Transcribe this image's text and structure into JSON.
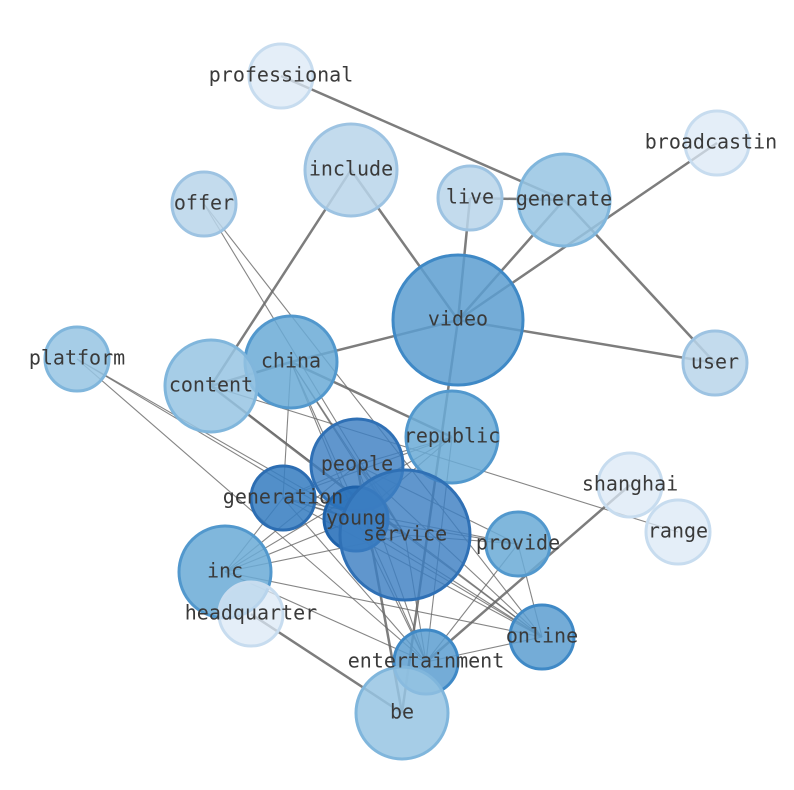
{
  "graph": {
    "nodes": [
      {
        "id": "professional",
        "label": "professional",
        "weight": 1
      },
      {
        "id": "broadcastin",
        "label": "broadcastin",
        "weight": 1
      },
      {
        "id": "include",
        "label": "include",
        "weight": 3
      },
      {
        "id": "live",
        "label": "live",
        "weight": 3
      },
      {
        "id": "generate",
        "label": "generate",
        "weight": 4
      },
      {
        "id": "offer",
        "label": "offer",
        "weight": 3
      },
      {
        "id": "video",
        "label": "video",
        "weight": 6
      },
      {
        "id": "platform",
        "label": "platform",
        "weight": 4
      },
      {
        "id": "china",
        "label": "china",
        "weight": 5
      },
      {
        "id": "content",
        "label": "content",
        "weight": 4
      },
      {
        "id": "user",
        "label": "user",
        "weight": 3
      },
      {
        "id": "republic",
        "label": "republic",
        "weight": 5
      },
      {
        "id": "people",
        "label": "people",
        "weight": 7
      },
      {
        "id": "shanghai",
        "label": "shanghai",
        "weight": 1
      },
      {
        "id": "generation",
        "label": "generation",
        "weight": 8
      },
      {
        "id": "young",
        "label": "young",
        "weight": 9
      },
      {
        "id": "service",
        "label": "service",
        "weight": 7
      },
      {
        "id": "range",
        "label": "range",
        "weight": 1
      },
      {
        "id": "provide",
        "label": "provide",
        "weight": 5
      },
      {
        "id": "inc",
        "label": "inc",
        "weight": 5
      },
      {
        "id": "headquarter",
        "label": "headquarter",
        "weight": 1
      },
      {
        "id": "online",
        "label": "online",
        "weight": 6
      },
      {
        "id": "entertainment",
        "label": "entertainment",
        "weight": 6
      },
      {
        "id": "be",
        "label": "be",
        "weight": 4
      }
    ],
    "edges": [
      {
        "source": "professional",
        "target": "generate",
        "weight": 2
      },
      {
        "source": "generate",
        "target": "user",
        "weight": 2
      },
      {
        "source": "live",
        "target": "generate",
        "weight": 2
      },
      {
        "source": "generate",
        "target": "video",
        "weight": 2
      },
      {
        "source": "broadcastin",
        "target": "video",
        "weight": 2
      },
      {
        "source": "include",
        "target": "video",
        "weight": 2
      },
      {
        "source": "include",
        "target": "content",
        "weight": 2
      },
      {
        "source": "live",
        "target": "video",
        "weight": 2
      },
      {
        "source": "video",
        "target": "user",
        "weight": 2
      },
      {
        "source": "video",
        "target": "china",
        "weight": 2
      },
      {
        "source": "video",
        "target": "be",
        "weight": 2
      },
      {
        "source": "china",
        "target": "content",
        "weight": 2
      },
      {
        "source": "china",
        "target": "republic",
        "weight": 2
      },
      {
        "source": "content",
        "target": "service",
        "weight": 2
      },
      {
        "source": "shanghai",
        "target": "entertainment",
        "weight": 2
      },
      {
        "source": "headquarter",
        "target": "be",
        "weight": 2
      },
      {
        "source": "people",
        "target": "be",
        "weight": 2
      },
      {
        "source": "offer",
        "target": "service",
        "weight": 1
      },
      {
        "source": "offer",
        "target": "online",
        "weight": 1
      },
      {
        "source": "platform",
        "target": "young",
        "weight": 1
      },
      {
        "source": "platform",
        "target": "online",
        "weight": 1
      },
      {
        "source": "platform",
        "target": "entertainment",
        "weight": 1
      },
      {
        "source": "china",
        "target": "people",
        "weight": 1
      },
      {
        "source": "china",
        "target": "young",
        "weight": 1
      },
      {
        "source": "china",
        "target": "service",
        "weight": 1
      },
      {
        "source": "china",
        "target": "generation",
        "weight": 1
      },
      {
        "source": "china",
        "target": "entertainment",
        "weight": 1
      },
      {
        "source": "content",
        "target": "range",
        "weight": 1
      },
      {
        "source": "content",
        "target": "online",
        "weight": 1
      },
      {
        "source": "republic",
        "target": "people",
        "weight": 1
      },
      {
        "source": "republic",
        "target": "young",
        "weight": 1
      },
      {
        "source": "republic",
        "target": "generation",
        "weight": 1
      },
      {
        "source": "republic",
        "target": "inc",
        "weight": 1
      },
      {
        "source": "republic",
        "target": "entertainment",
        "weight": 1
      },
      {
        "source": "people",
        "target": "generation",
        "weight": 1
      },
      {
        "source": "people",
        "target": "service",
        "weight": 1
      },
      {
        "source": "people",
        "target": "provide",
        "weight": 1
      },
      {
        "source": "people",
        "target": "online",
        "weight": 1
      },
      {
        "source": "people",
        "target": "entertainment",
        "weight": 1
      },
      {
        "source": "people",
        "target": "inc",
        "weight": 1
      },
      {
        "source": "generation",
        "target": "young",
        "weight": 1
      },
      {
        "source": "generation",
        "target": "service",
        "weight": 1
      },
      {
        "source": "generation",
        "target": "provide",
        "weight": 1
      },
      {
        "source": "generation",
        "target": "online",
        "weight": 1
      },
      {
        "source": "generation",
        "target": "entertainment",
        "weight": 1
      },
      {
        "source": "young",
        "target": "service",
        "weight": 1
      },
      {
        "source": "young",
        "target": "provide",
        "weight": 1
      },
      {
        "source": "young",
        "target": "online",
        "weight": 1
      },
      {
        "source": "young",
        "target": "inc",
        "weight": 1
      },
      {
        "source": "young",
        "target": "entertainment",
        "weight": 1
      },
      {
        "source": "service",
        "target": "provide",
        "weight": 1
      },
      {
        "source": "service",
        "target": "inc",
        "weight": 1
      },
      {
        "source": "service",
        "target": "online",
        "weight": 1
      },
      {
        "source": "service",
        "target": "entertainment",
        "weight": 1
      },
      {
        "source": "provide",
        "target": "online",
        "weight": 1
      },
      {
        "source": "provide",
        "target": "entertainment",
        "weight": 1
      },
      {
        "source": "inc",
        "target": "online",
        "weight": 1
      },
      {
        "source": "inc",
        "target": "entertainment",
        "weight": 1
      },
      {
        "source": "inc",
        "target": "generation",
        "weight": 1
      },
      {
        "source": "online",
        "target": "entertainment",
        "weight": 1
      }
    ]
  }
}
